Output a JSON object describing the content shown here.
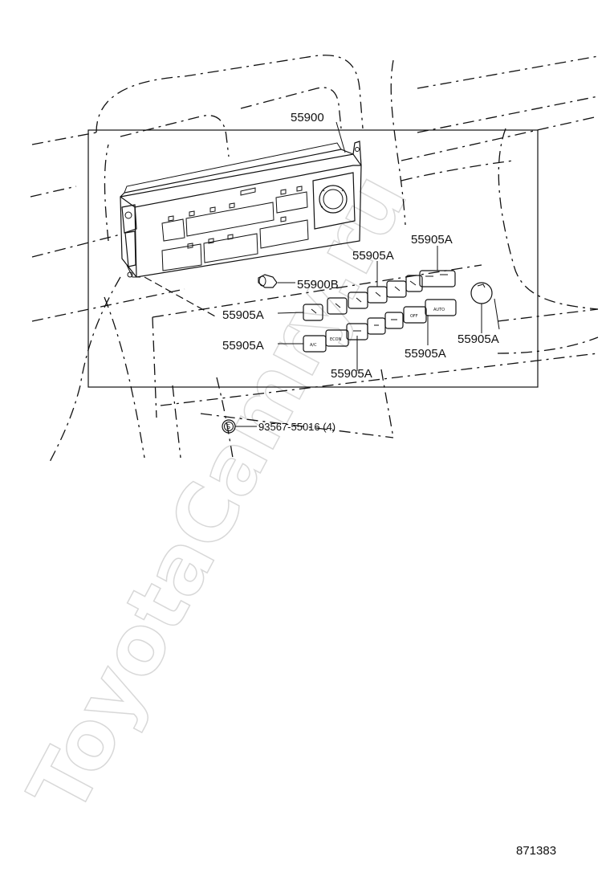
{
  "diagram": {
    "labels": {
      "assembly": "55900",
      "bulb": "55900B",
      "knob_a_upper_right": "55905A",
      "knob_a_mid": "55905A",
      "knob_a_left_upper": "55905A",
      "knob_a_left_lower": "55905A",
      "knob_a_bottom_center": "55905A",
      "knob_a_bottom_right": "55905A",
      "knob_a_dial": "55905A",
      "screw": "93567-55016 (4)"
    },
    "buttons": {
      "ac": "A/C",
      "econ": "ECON",
      "off": "OFF",
      "auto": "AUTO"
    },
    "screw_symbol": "S",
    "figure_number": "871383",
    "watermark": "ToyotaCamry.ru"
  }
}
